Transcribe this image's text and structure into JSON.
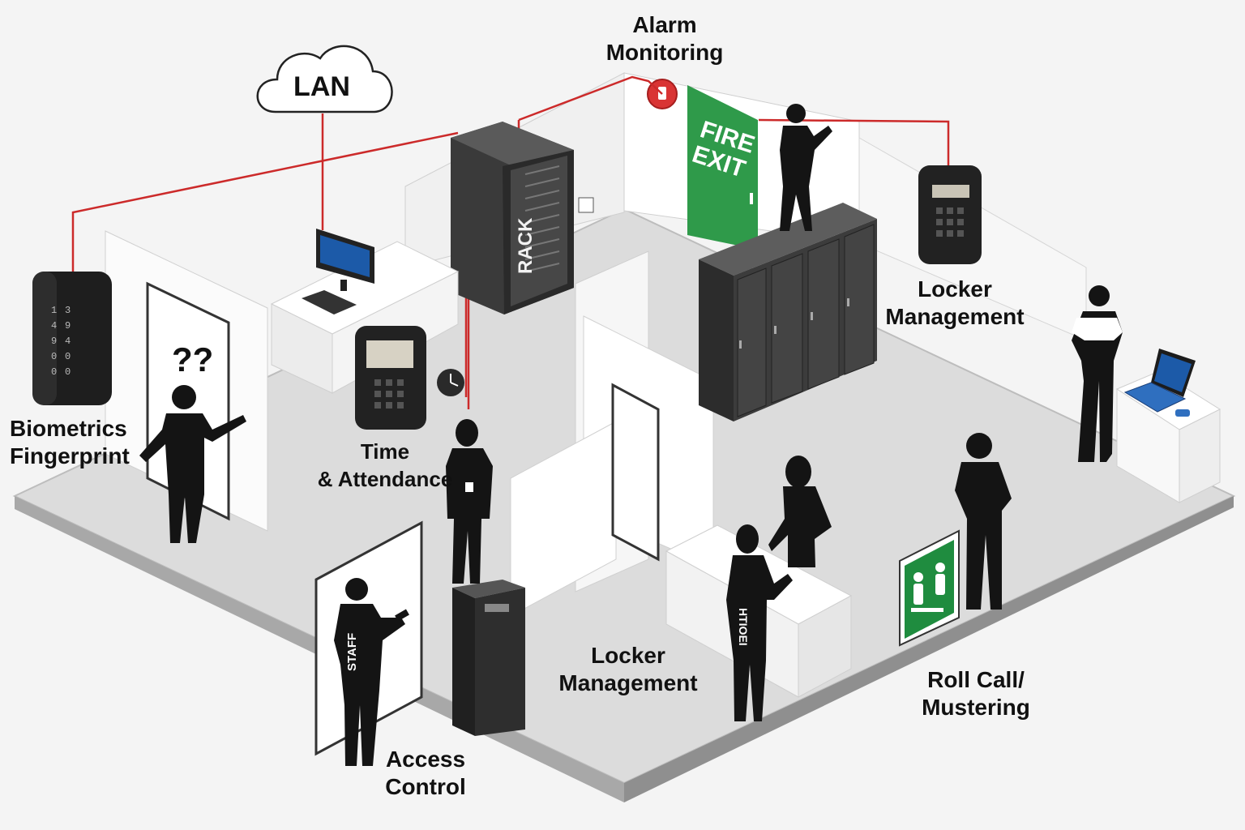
{
  "labels": {
    "alarm": [
      "Alarm",
      "Monitoring"
    ],
    "lan": "LAN",
    "biometrics": [
      "Biometrics",
      "Fingerprint"
    ],
    "time_attendance": [
      "Time",
      "& Attendance"
    ],
    "locker_top": [
      "Locker",
      "Management"
    ],
    "locker_bottom": [
      "Locker",
      "Management"
    ],
    "access": [
      "Access",
      "Control"
    ],
    "rollcall": [
      "Roll Call/",
      "Mustering"
    ]
  },
  "signs": {
    "fire_exit": [
      "FIRE",
      "EXIT"
    ],
    "rack": "RACK",
    "question": "??",
    "staff_shirt": "STAFF",
    "visitor_shirt": "HTIOEI"
  },
  "colors": {
    "wire": "#cc2a2a",
    "fire_exit_green": "#2f9a4a",
    "muster_green": "#1f8c3f",
    "silhouette": "#141414",
    "device": "#2b2b2b",
    "screen_blue": "#1c5aa8"
  }
}
